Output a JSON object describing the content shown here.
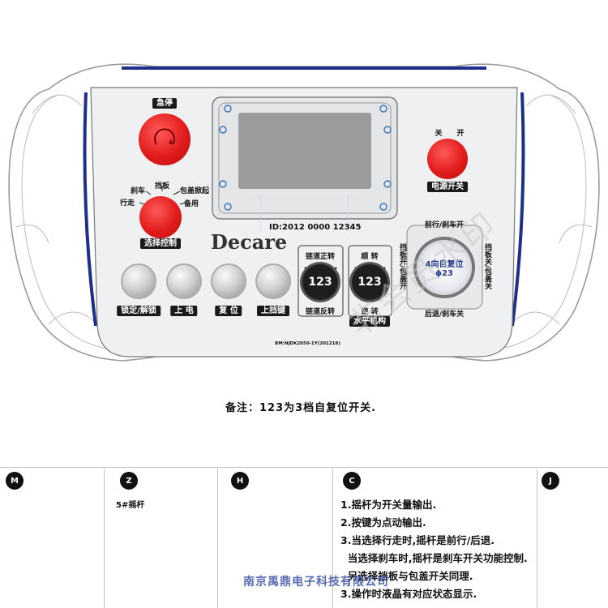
{
  "panel": {
    "estop_label": "急停",
    "selector_labels": {
      "brake": "刹车",
      "baffle": "挡板",
      "cover": "包盖掀起",
      "travel": "行走",
      "spare": "备用"
    },
    "selector_tag": "选择控制",
    "power_labels": {
      "off": "关",
      "on": "开"
    },
    "power_tag": "电源开关",
    "serial": "ID:2012 0000 12345",
    "brand": "Decare",
    "buttons": [
      "锁定/解锁",
      "上 电",
      "复 位",
      "上挡键"
    ],
    "knob1": {
      "top": "链道正转",
      "bottom": "链道反转",
      "value": "123"
    },
    "knob2": {
      "top": "顺 转",
      "bottom": "逆 转",
      "value": "123",
      "extra": "水平机构"
    },
    "joystick": {
      "line1": "4向自复位",
      "line2": "ϕ23",
      "top": "前行/刹车开",
      "bottom": "后退/刹车关",
      "left": "挡板开/包盖开",
      "right": "挡板关/包盖关"
    },
    "model": "BM:NJDK2050-1Y(201218)"
  },
  "note": "备注：123为3档自复位开关.",
  "table": {
    "columns": [
      "M",
      "Z",
      "H",
      "C",
      "J"
    ],
    "z_text": "5#摇杆",
    "c_notes": [
      "1.摇杆为开关量输出.",
      "2.按键为点动输出.",
      "3.当选择行走时,摇杆是前行/后退.",
      "  当选择刹车时,摇杆是刹车开关功能控制.",
      "  另选择挡板与包盖开关同理.",
      "3.操作时液晶有对应状态显示."
    ]
  },
  "watermark": "南京禹鼎电子科技有限公司",
  "watermark2": "非会员水印",
  "colors": {
    "accent_blue": "#1e2f8a",
    "red": "#e21c1c"
  }
}
